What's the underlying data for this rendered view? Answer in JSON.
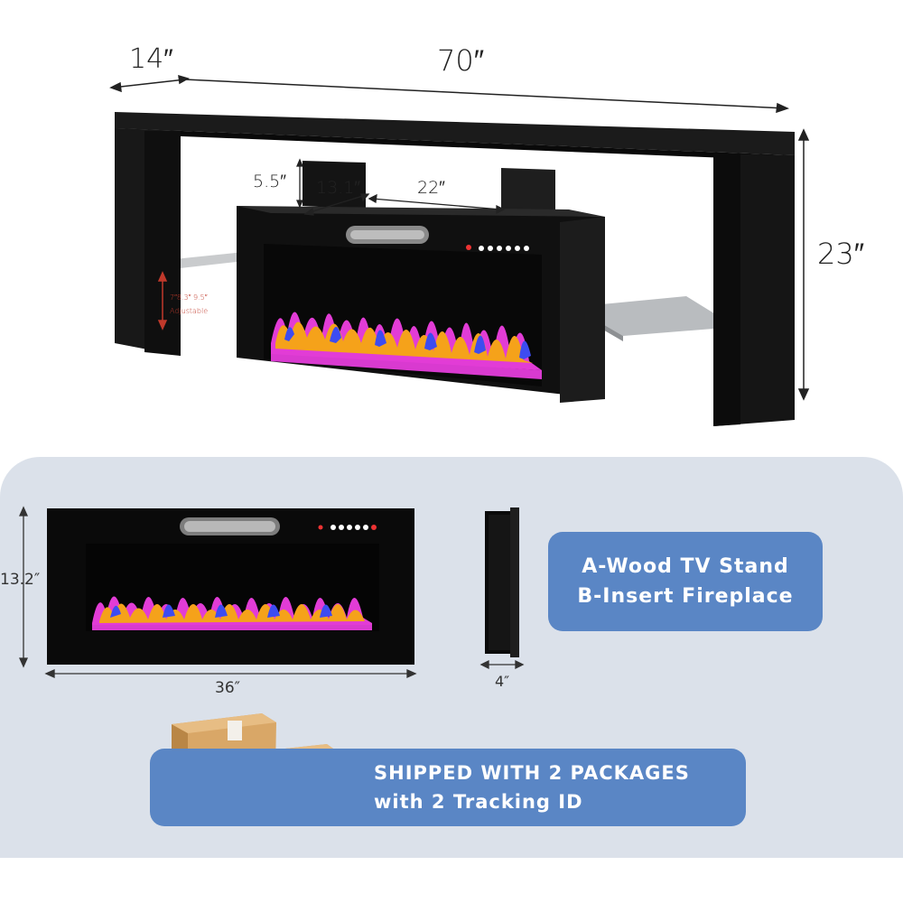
{
  "top": {
    "width_dim": "70″",
    "depth_dim": "14″",
    "height_dim": "23″",
    "shelf_height_dim": "5.5″",
    "shelf_depth_dim": "13.1″",
    "shelf_width_dim": "22″",
    "adjustable_heights": "7″8.3″ 9.5″",
    "adjustable_label": "Adjustable"
  },
  "bottom": {
    "insert_height_dim": "13.2″",
    "insert_width_dim": "36″",
    "insert_depth_dim": "4″",
    "parts_line_1": "A-Wood TV Stand",
    "parts_line_2": "B-Insert Fireplace",
    "ship_line_1": "SHIPPED WITH 2 PACKAGES",
    "ship_line_2": "with 2 Tracking ID"
  },
  "colors": {
    "stand": "#141414",
    "panel_bg": "#dbe1ea",
    "badge": "#5a86c5",
    "flame_pink": "#e23cd6",
    "flame_orange": "#f5a21a",
    "flame_blue": "#3d4cf0"
  }
}
